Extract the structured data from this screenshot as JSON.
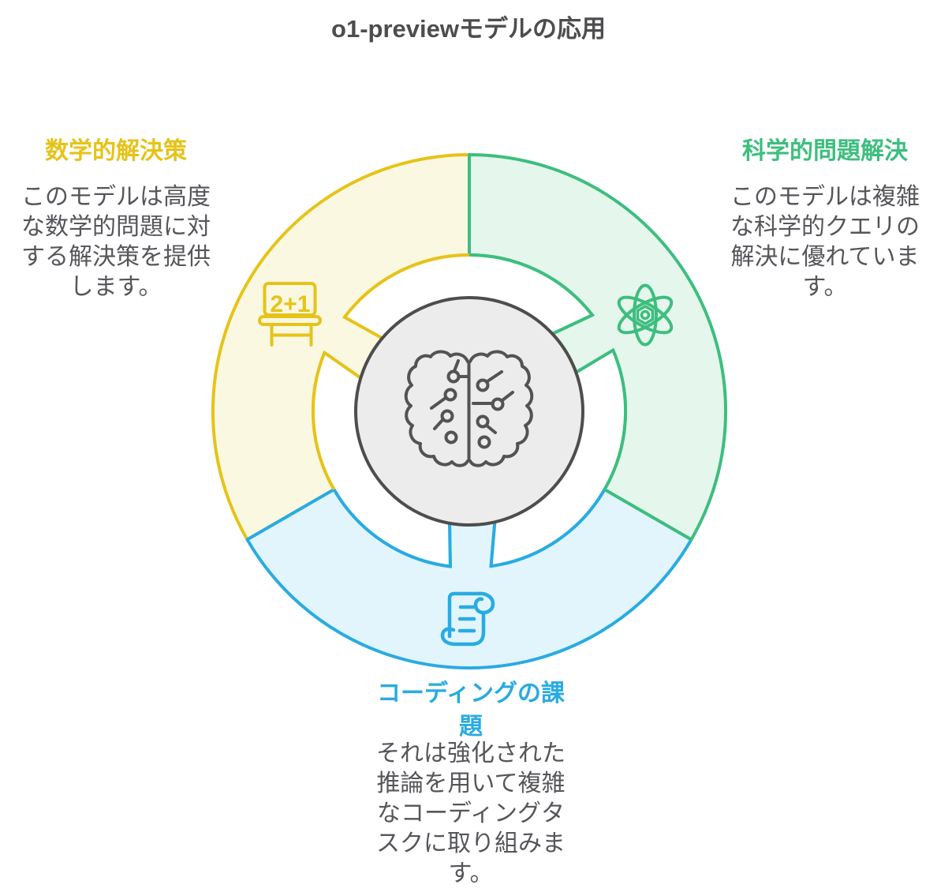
{
  "page": {
    "title": "o1-previewモデルの応用"
  },
  "colors": {
    "title_text": "#4D4D4F",
    "body_text": "#55565A",
    "math_accent": "#E6C318",
    "math_fill": "#FBF8E2",
    "science_accent": "#3DBE7E",
    "science_fill": "#E5F6ED",
    "coding_accent": "#29ABE2",
    "coding_fill": "#E2F4FC",
    "center_circle_fill": "#ECECEC",
    "center_circle_stroke": "#4D4D4D"
  },
  "diagram": {
    "center_icon": "ai-brain-icon",
    "segments": [
      {
        "id": "math",
        "title": "数学的解決策",
        "description": "このモデルは高度な数学的問題に対する解決策を提供します。",
        "description_lines": [
          "このモデルは高度",
          "な数学的問題に対",
          "する解決策を提供",
          "します。"
        ],
        "icon": "math-blackboard-icon",
        "icon_text": "2+1",
        "accent_color": "#E6C318"
      },
      {
        "id": "science",
        "title": "科学的問題解決",
        "description": "このモデルは複雑な科学的クエリの解決に優れています。",
        "description_lines": [
          "このモデルは複雑",
          "な科学的クエリの",
          "解決に優れていま",
          "す。"
        ],
        "icon": "atom-icon",
        "accent_color": "#3DBE7E"
      },
      {
        "id": "coding",
        "title": "コーディングの課題",
        "title_lines": [
          "コーディングの課",
          "題"
        ],
        "description": "それは強化された推論を用いて複雑なコーディングタスクに取り組みます。",
        "description_lines": [
          "それは強化された",
          "推論を用いて複雑",
          "なコーディングタ",
          "スクに取り組みま",
          "す。"
        ],
        "icon": "scroll-icon",
        "accent_color": "#29ABE2"
      }
    ]
  }
}
